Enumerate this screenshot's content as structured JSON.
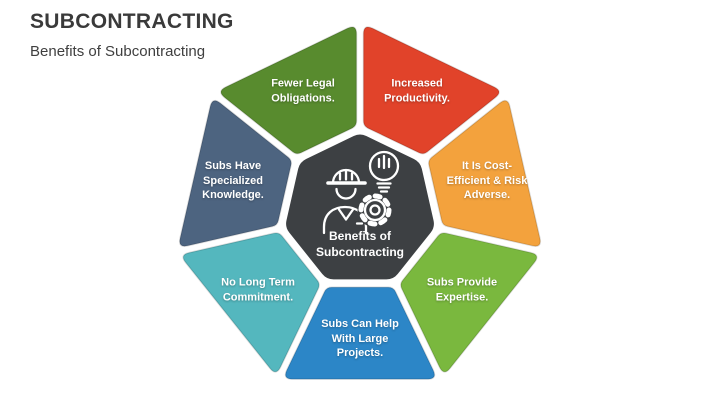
{
  "slide": {
    "title": "SUBCONTRACTING",
    "subtitle": "Benefits of Subcontracting"
  },
  "diagram": {
    "center": {
      "label": "Benefits of Subcontracting",
      "color": "#3d4043",
      "icon": "worker-idea-gear-icon"
    },
    "segments": [
      {
        "label": "Increased Productivity.",
        "color": "#e1432a"
      },
      {
        "label": "It Is Cost-Efficient & Risk Adverse.",
        "color": "#f3a23d"
      },
      {
        "label": "Subs Provide Expertise.",
        "color": "#7ab83e"
      },
      {
        "label": "Subs Can Help With Large Projects.",
        "color": "#2c86c7"
      },
      {
        "label": "No Long Term Commitment.",
        "color": "#54b7be"
      },
      {
        "label": "Subs Have Specialized Knowledge.",
        "color": "#4d6480"
      },
      {
        "label": "Fewer Legal Obligations.",
        "color": "#588b2e"
      }
    ]
  }
}
